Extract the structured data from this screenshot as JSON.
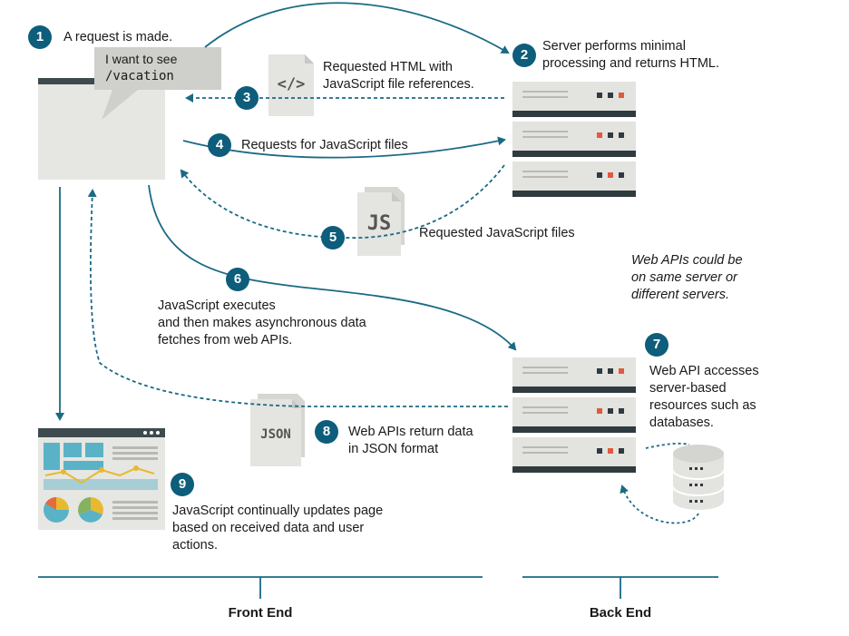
{
  "steps": [
    {
      "num": "1",
      "text": "A request is made."
    },
    {
      "num": "2",
      "text": "Server performs minimal\nprocessing and returns HTML."
    },
    {
      "num": "3",
      "text": "Requested HTML with\nJavaScript file references."
    },
    {
      "num": "4",
      "text": "Requests for JavaScript files"
    },
    {
      "num": "5",
      "text": "Requested JavaScript files"
    },
    {
      "num": "6",
      "text": "JavaScript executes\nand then makes asynchronous data\nfetches from web APIs."
    },
    {
      "num": "7",
      "text": "Web API accesses\nserver-based\nresources such as\ndatabases."
    },
    {
      "num": "8",
      "text": "Web APIs return data\nin JSON format"
    },
    {
      "num": "9",
      "text": "JavaScript continually updates page\nbased on received data and user\nactions."
    }
  ],
  "speech_bubble": {
    "line1": "I want to see",
    "line2": "/vacation"
  },
  "file_icons": {
    "html": "</>",
    "js": "JS",
    "json": "JSON"
  },
  "note": "Web APIs could be\non same server or\ndifferent servers.",
  "sections": {
    "front_end": "Front End",
    "back_end": "Back End"
  },
  "colors": {
    "badge": "#0d5d7b",
    "arrow": "#1a6a85",
    "server_body": "#e3e3df",
    "server_base": "#2f3b3f",
    "led_red": "#e05a3e",
    "led_dark": "#2f3b3f",
    "file": "#e4e4e0",
    "browser": "#e6e6e2",
    "chart_teal": "#5ab2c6",
    "chart_yellow": "#e8b92f",
    "chart_orange": "#e46b3d",
    "chart_green": "#86b15f"
  },
  "icons": [
    "numbered-badge",
    "server-icon",
    "database-icon",
    "code-file-icon",
    "js-file-icon",
    "json-file-icon",
    "browser-window-icon",
    "dashboard-icon"
  ]
}
